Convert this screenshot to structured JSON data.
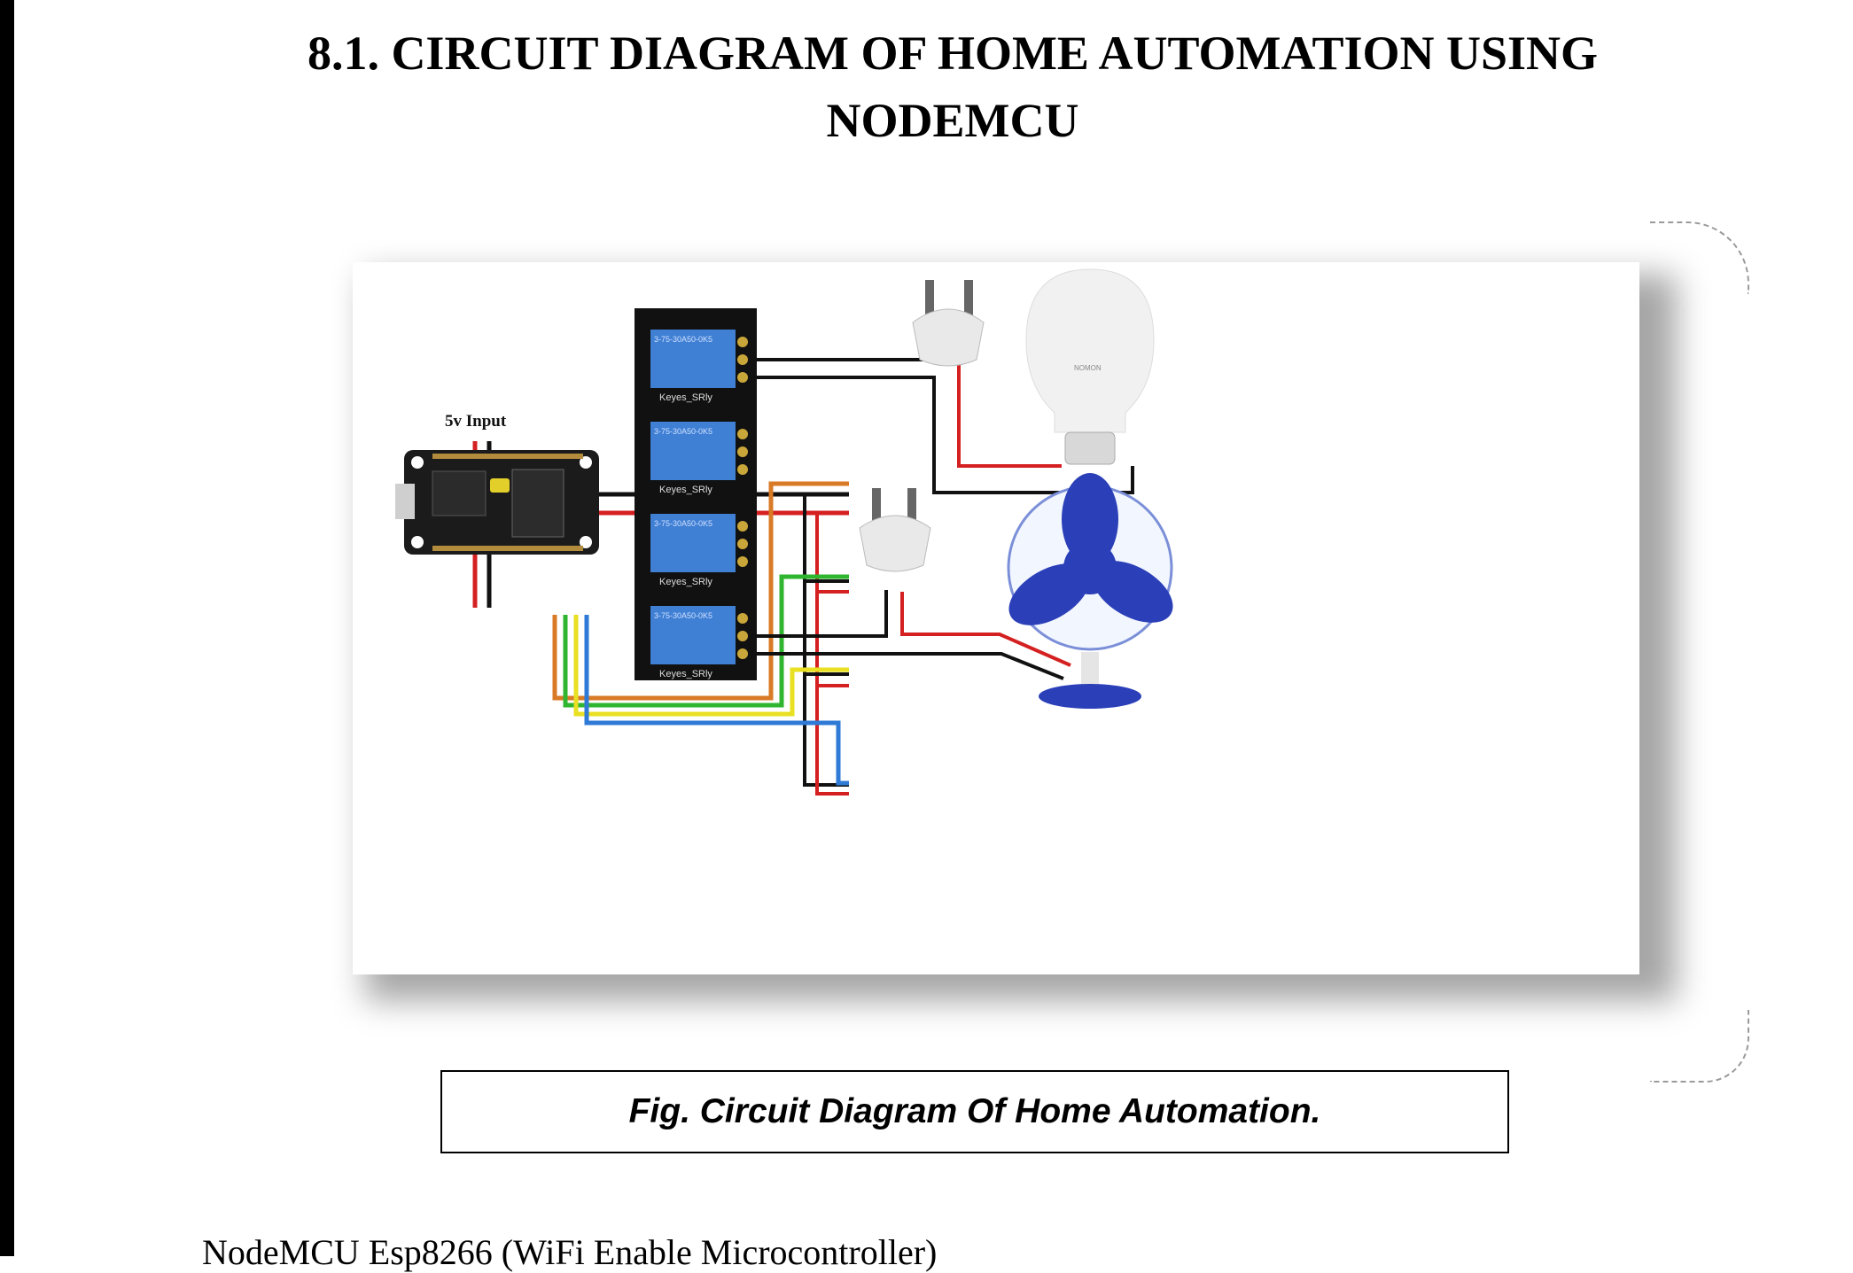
{
  "title": {
    "line1": "8.1. CIRCUIT DIAGRAM OF HOME AUTOMATION USING",
    "line2": "NODEMCU"
  },
  "diagram": {
    "input_label": "5v Input",
    "relay_labels": [
      "Keyes_SRly",
      "Keyes_SRly",
      "Keyes_SRly",
      "Keyes_SRly"
    ],
    "relay_text": "3-75-30A50-0K5",
    "bulb_brand": "NOMON",
    "colors": {
      "red": "#d42020",
      "black": "#111111",
      "orange": "#d97a26",
      "green": "#2fb52f",
      "yellow": "#e8e020",
      "blue": "#2f7ad6",
      "relay_blue": "#3f7fd4",
      "board": "#1b1b1b",
      "fan_blue": "#2a3fb8"
    },
    "icons": [
      "nodemcu-board-icon",
      "relay-module-icon",
      "plug-icon",
      "bulb-icon",
      "fan-icon"
    ]
  },
  "caption": "Fig. Circuit Diagram Of Home Automation.",
  "body_text": "NodeMCU Esp8266 (WiFi Enable Microcontroller)"
}
